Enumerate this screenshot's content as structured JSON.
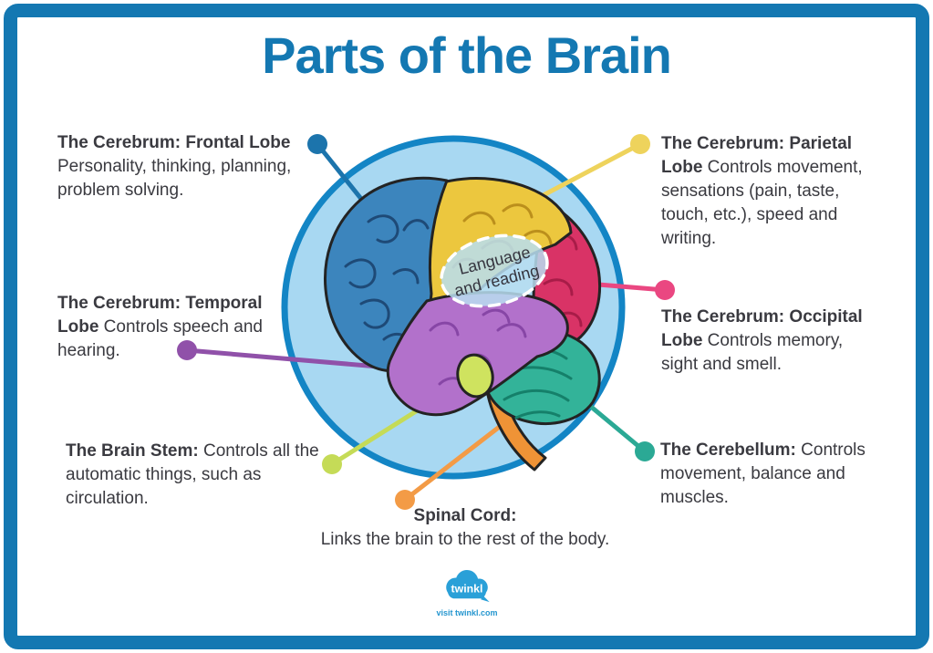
{
  "title": "Parts of the Brain",
  "palette": {
    "frame": "#1478b2",
    "title": "#1478b2",
    "text": "#3a3a40",
    "circle_fill": "#a8d8f2",
    "circle_border": "#1385c5",
    "outline": "#232323",
    "frontal": "#3c85bd",
    "frontal_detail": "#1e4a77",
    "parietal": "#ecc73e",
    "parietal_detail": "#bb8f1c",
    "occipital": "#d93366",
    "occipital_detail": "#a81c48",
    "temporal": "#b271cb",
    "temporal_detail": "#8746a6",
    "cerebellum": "#33b399",
    "cerebellum_detail": "#15806a",
    "brain_stem": "#ef9336",
    "spinal_target": "#cfe35f",
    "oval_fill": "#b9def1",
    "oval_border": "#ffffff",
    "oval_text": "#35353f",
    "callout_frontal": "#1c74ac",
    "callout_parietal": "#eed35c",
    "callout_occipital": "#ea4781",
    "callout_temporal": "#9051a9",
    "callout_brain_stem": "#c5db57",
    "callout_spinal": "#f39b46",
    "callout_cerebellum": "#2ba995",
    "logo_blue": "#2aa0d8",
    "logo_link": "#2596cf",
    "logo_text": "#ffffff"
  },
  "labels": {
    "frontal": {
      "bold": "The Cerebrum: Frontal Lobe",
      "text": "Personality, thinking, planning, problem solving."
    },
    "temporal": {
      "bold": "The Cerebrum: Temporal Lobe",
      "text": "Controls speech and hearing."
    },
    "brain_stem": {
      "bold": "The Brain Stem:",
      "text": "Controls all the automatic things, such as circulation."
    },
    "parietal": {
      "bold": "The Cerebrum: Parietal Lobe",
      "text": "Controls movement, sensations (pain, taste, touch, etc.), speed and writing."
    },
    "occipital": {
      "bold": "The Cerebrum: Occipital Lobe",
      "text": "Controls memory, sight and smell."
    },
    "cerebellum": {
      "bold": "The Cerebellum:",
      "text": "Controls movement, balance and muscles."
    },
    "spinal_cord": {
      "bold": "Spinal Cord:",
      "text": "Links the brain to the rest of the body."
    }
  },
  "brain_annotation": {
    "line1": "Language",
    "line2": "and reading"
  },
  "footer": {
    "logo": "twinkl",
    "tagline": "visit twinkl.com"
  }
}
